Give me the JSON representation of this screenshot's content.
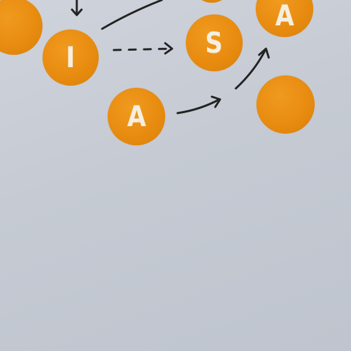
{
  "colors": {
    "node": "#e88c10",
    "node_text": "#f6efe0",
    "arrow": "#222222",
    "paper": "#c8ccd5"
  },
  "nodes": [
    {
      "id": "n-left",
      "label": ""
    },
    {
      "id": "n-i",
      "label": "I"
    },
    {
      "id": "n-s",
      "label": "S"
    },
    {
      "id": "n-a-top",
      "label": "A"
    },
    {
      "id": "n-a-mid",
      "label": "A"
    },
    {
      "id": "n-right",
      "label": ""
    },
    {
      "id": "n-top-partial",
      "label": ""
    }
  ],
  "edges": [
    {
      "from": "above",
      "to": "n-i",
      "style": "solid"
    },
    {
      "from": "n-i",
      "to": "offscreen-top",
      "style": "solid"
    },
    {
      "from": "n-i",
      "to": "n-s",
      "style": "dashed"
    },
    {
      "from": "n-a-mid",
      "to": "n-right-gap",
      "style": "solid"
    },
    {
      "from": "curve",
      "to": "n-a-top",
      "style": "solid"
    }
  ]
}
